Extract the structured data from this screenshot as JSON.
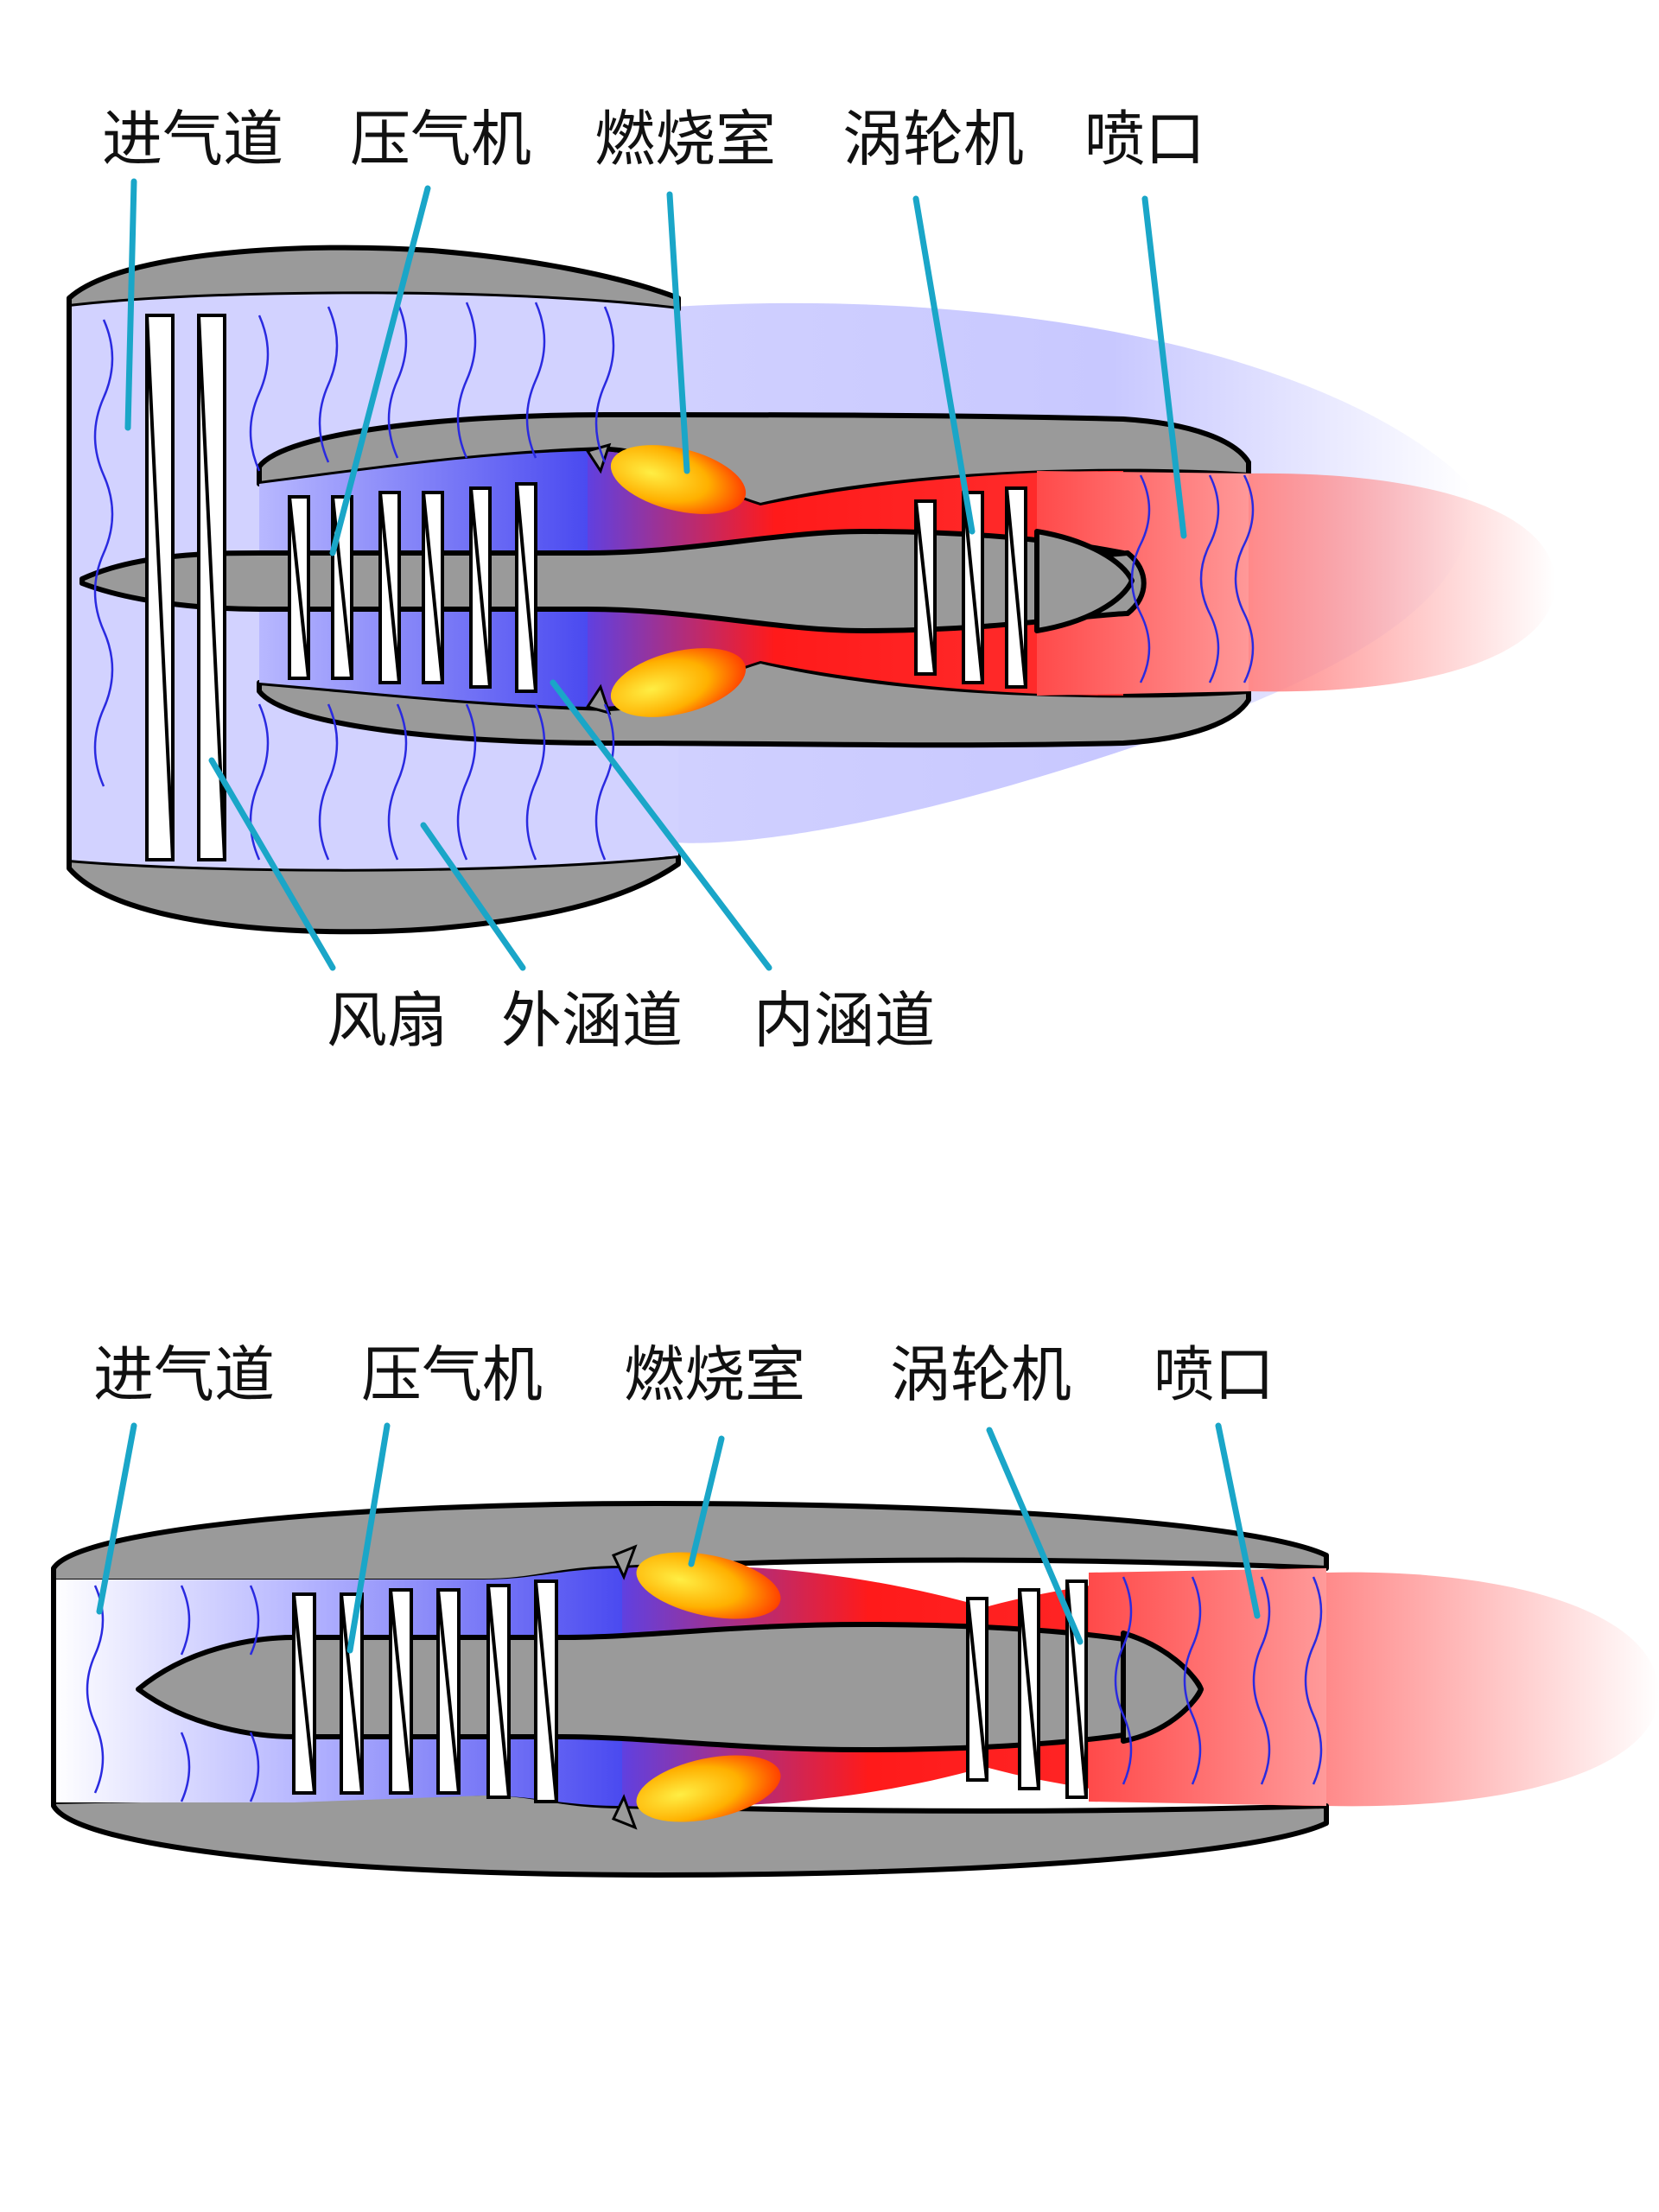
{
  "diagram_1": {
    "labels_top": {
      "intake": "进气道",
      "compressor": "压气机",
      "combustor": "燃烧室",
      "turbine": "涡轮机",
      "nozzle": "喷口"
    },
    "labels_bottom": {
      "fan": "风扇",
      "bypass_duct": "外涵道",
      "core_duct": "内涵道"
    }
  },
  "diagram_2": {
    "labels_top": {
      "intake": "进气道",
      "compressor": "压气机",
      "combustor": "燃烧室",
      "turbine": "涡轮机",
      "nozzle": "喷口"
    }
  },
  "colors": {
    "leader_line": "#1aa6c8",
    "casing": "#9a9a9a",
    "cold_air": "#c8c8ff",
    "compressed_air": "#5a5af0",
    "hot_gas": "#ff1a1a",
    "flame": "#ffcc00",
    "exhaust": "#ff8080"
  }
}
